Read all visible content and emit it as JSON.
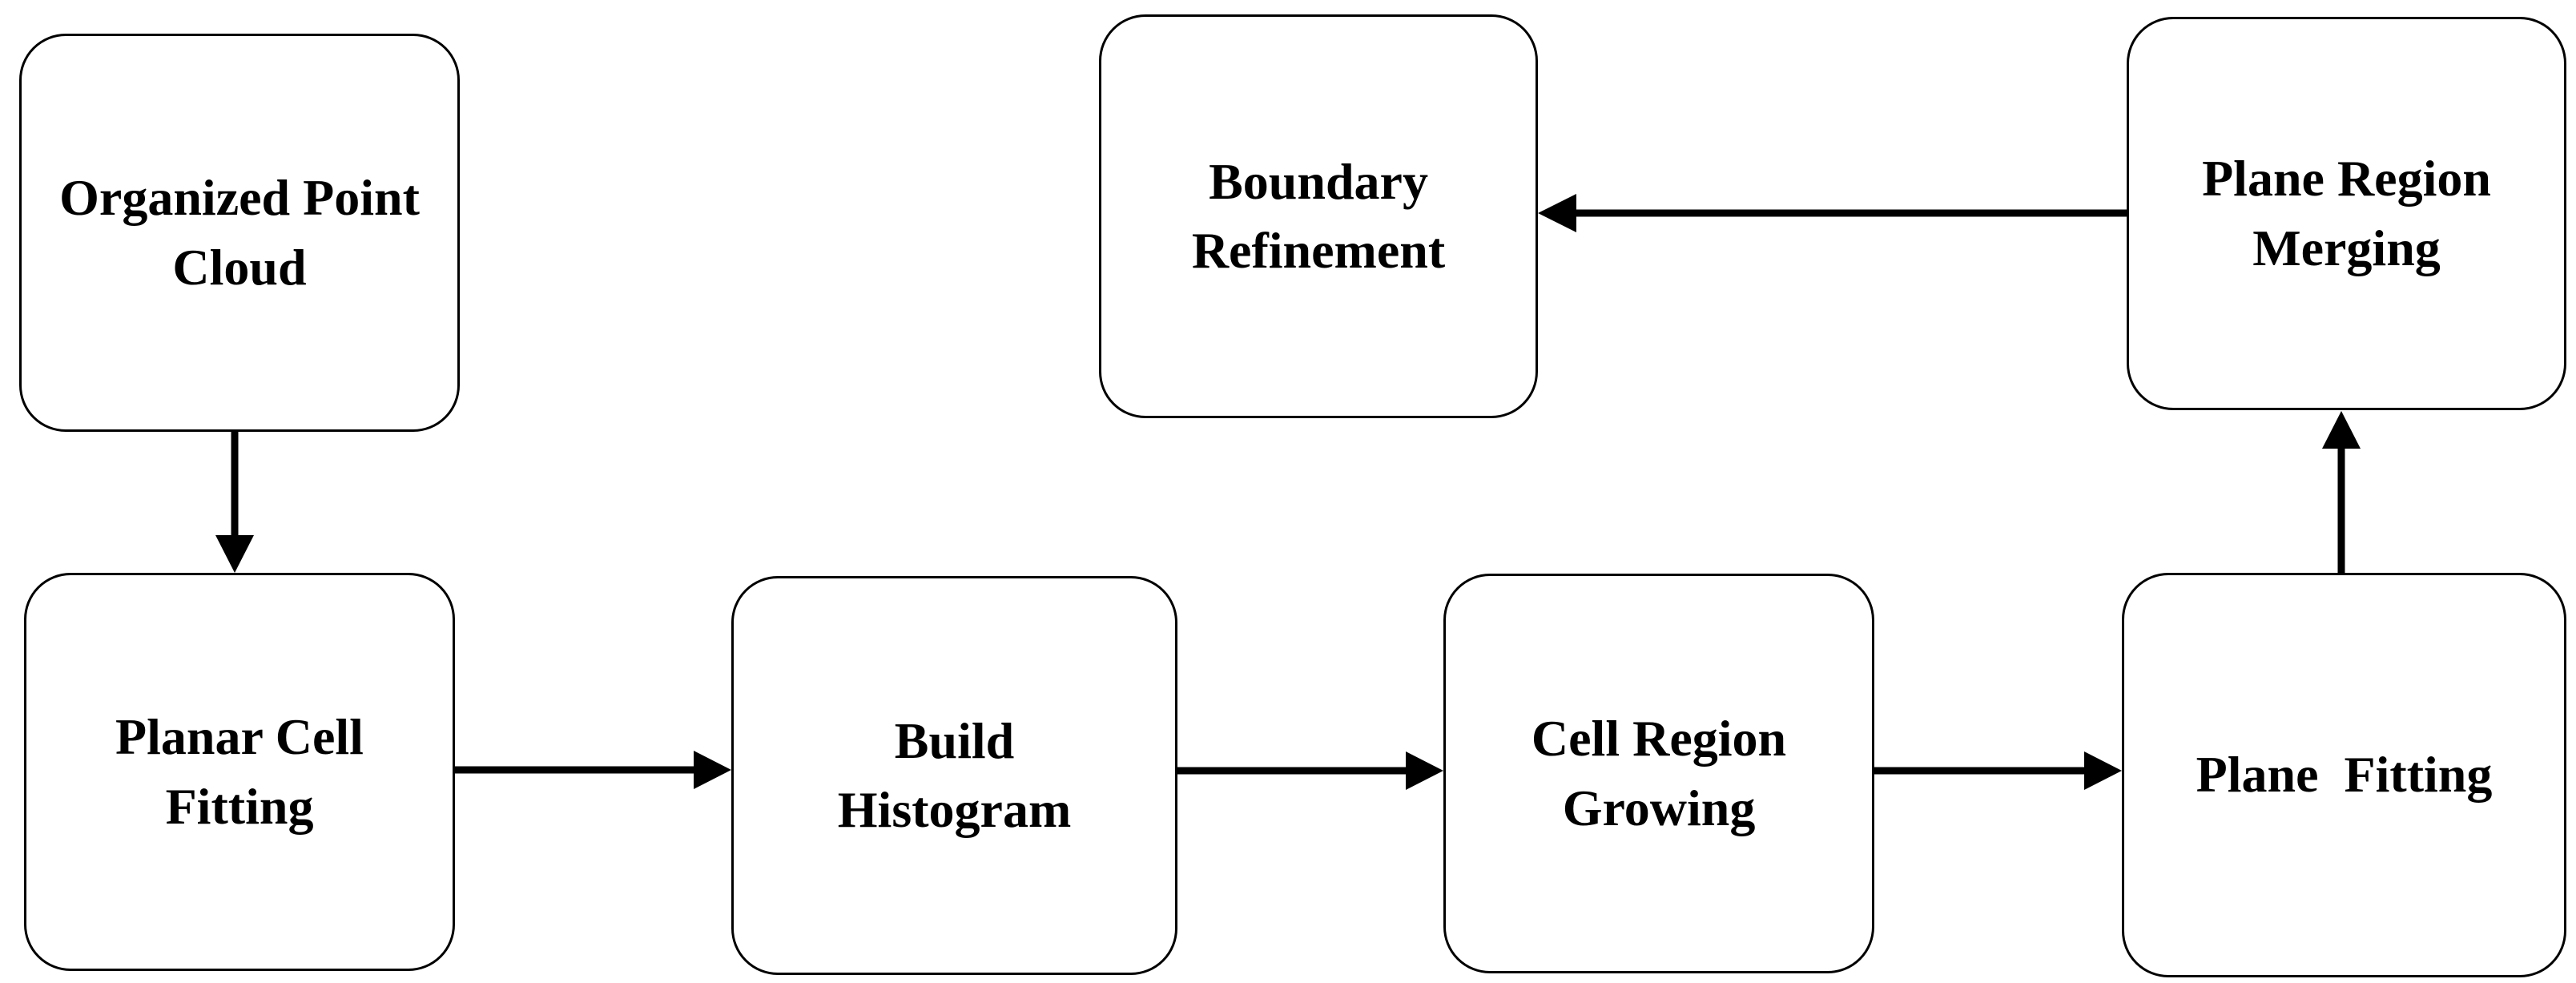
{
  "diagram": {
    "type": "flowchart",
    "background_color": "#ffffff",
    "box_border_color": "#000000",
    "arrow_color": "#000000",
    "text_color": "#000000",
    "nodes": [
      {
        "id": "organized-point-cloud",
        "label": "Organized Point\nCloud"
      },
      {
        "id": "planar-cell-fitting",
        "label": "Planar Cell\nFitting"
      },
      {
        "id": "build-histogram",
        "label": "Build\nHistogram"
      },
      {
        "id": "cell-region-growing",
        "label": "Cell Region\nGrowing"
      },
      {
        "id": "plane-fitting",
        "label": "Plane  Fitting"
      },
      {
        "id": "plane-region-merging",
        "label": "Plane Region\nMerging"
      },
      {
        "id": "boundary-refinement",
        "label": "Boundary\nRefinement"
      }
    ],
    "edges": [
      {
        "from": "organized-point-cloud",
        "to": "planar-cell-fitting",
        "direction": "down"
      },
      {
        "from": "planar-cell-fitting",
        "to": "build-histogram",
        "direction": "right"
      },
      {
        "from": "build-histogram",
        "to": "cell-region-growing",
        "direction": "right"
      },
      {
        "from": "cell-region-growing",
        "to": "plane-fitting",
        "direction": "right"
      },
      {
        "from": "plane-fitting",
        "to": "plane-region-merging",
        "direction": "up"
      },
      {
        "from": "plane-region-merging",
        "to": "boundary-refinement",
        "direction": "left"
      }
    ]
  }
}
